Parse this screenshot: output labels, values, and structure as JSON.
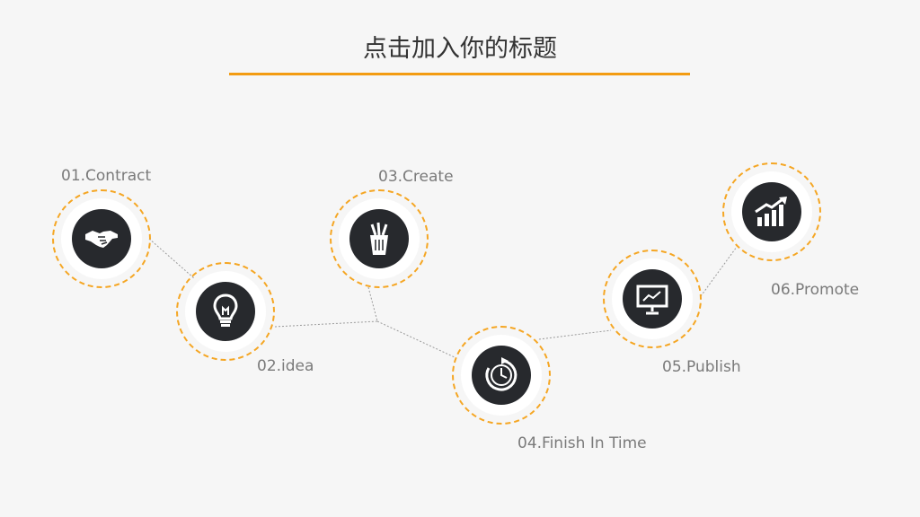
{
  "title": "点击加入你的标题",
  "colors": {
    "accent": "#f39c12",
    "disc": "#27292d",
    "label": "#7a7a7a",
    "background": "#f6f6f6"
  },
  "steps": [
    {
      "label": "01.Contract",
      "icon": "handshake-icon"
    },
    {
      "label": "02.idea",
      "icon": "lightbulb-icon"
    },
    {
      "label": "03.Create",
      "icon": "pencil-cup-icon"
    },
    {
      "label": "04.Finish In Time",
      "icon": "clock-refresh-icon"
    },
    {
      "label": "05.Publish",
      "icon": "presentation-board-icon"
    },
    {
      "label": "06.Promote",
      "icon": "growth-chart-icon"
    }
  ]
}
